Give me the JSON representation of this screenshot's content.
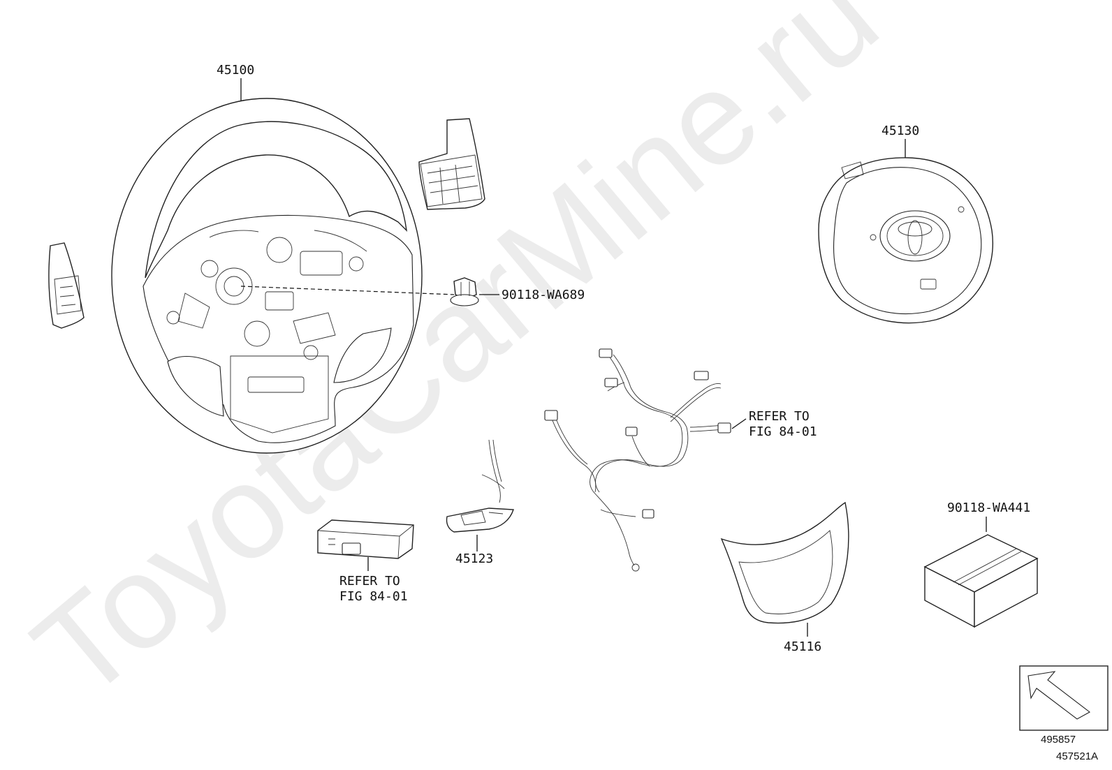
{
  "watermark": "ToyotaCarMine.ru",
  "callouts": {
    "steering_wheel": "45100",
    "airbag": "45130",
    "bolt": "90118-WA689",
    "harness_ref_line1": "REFER TO",
    "harness_ref_line2": "FIG 84-01",
    "module_ref_line1": "REFER TO",
    "module_ref_line2": "FIG 84-01",
    "switch": "45123",
    "cover": "45116",
    "kit_box": "90118-WA441"
  },
  "footer": {
    "code_1": "495857",
    "code_2": "457521A"
  }
}
